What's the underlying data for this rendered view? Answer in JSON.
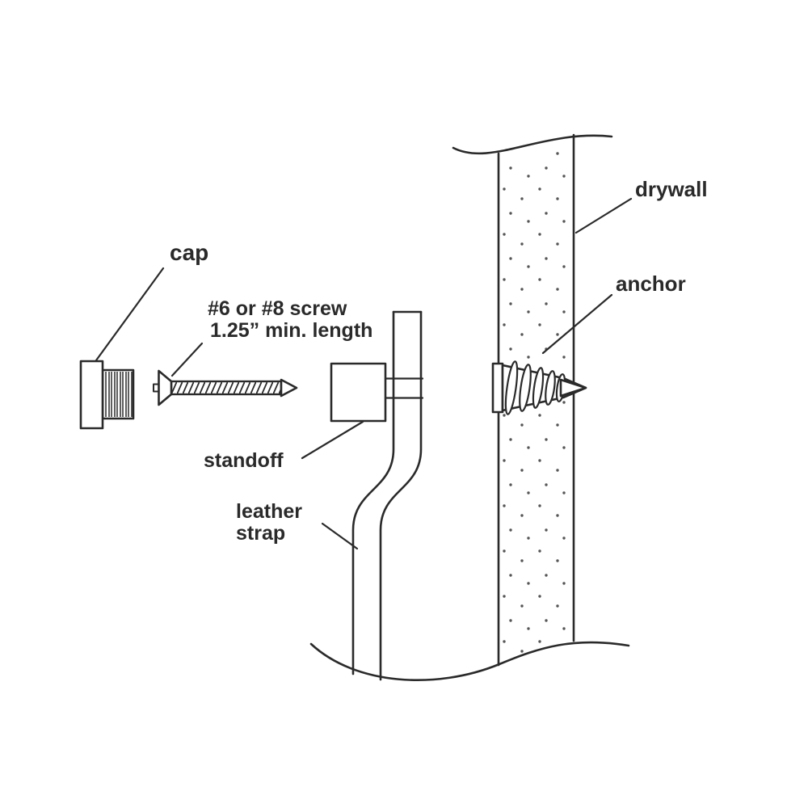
{
  "colors": {
    "ink": "#2a2a2a",
    "background": "#ffffff"
  },
  "labels": {
    "cap": "cap",
    "screw_line1": "#6 or #8 screw",
    "screw_line2": "1.25” min. length",
    "standoff": "standoff",
    "leather_line1": "leather",
    "leather_line2": "strap",
    "drywall": "drywall",
    "anchor": "anchor"
  }
}
